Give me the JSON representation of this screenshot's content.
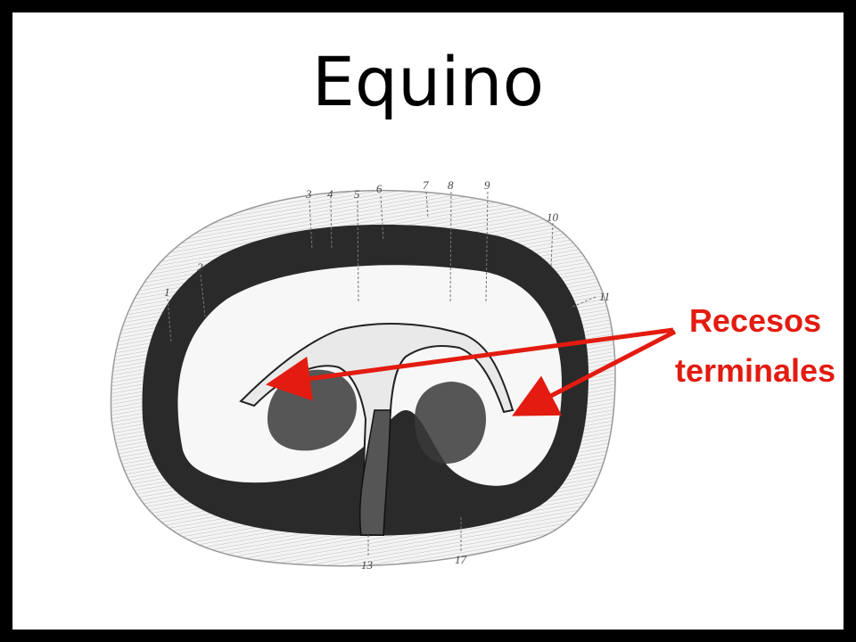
{
  "title": "Equino",
  "callout": {
    "line1": "Recesos",
    "line2": "terminales"
  },
  "figure_labels": [
    "1",
    "2",
    "3",
    "4",
    "5",
    "6",
    "7",
    "8",
    "9",
    "10",
    "11",
    "13",
    "17"
  ],
  "colors": {
    "frame": "#000000",
    "background": "#ffffff",
    "accent": "#e31b10",
    "cortex": "#2a2a2a"
  }
}
